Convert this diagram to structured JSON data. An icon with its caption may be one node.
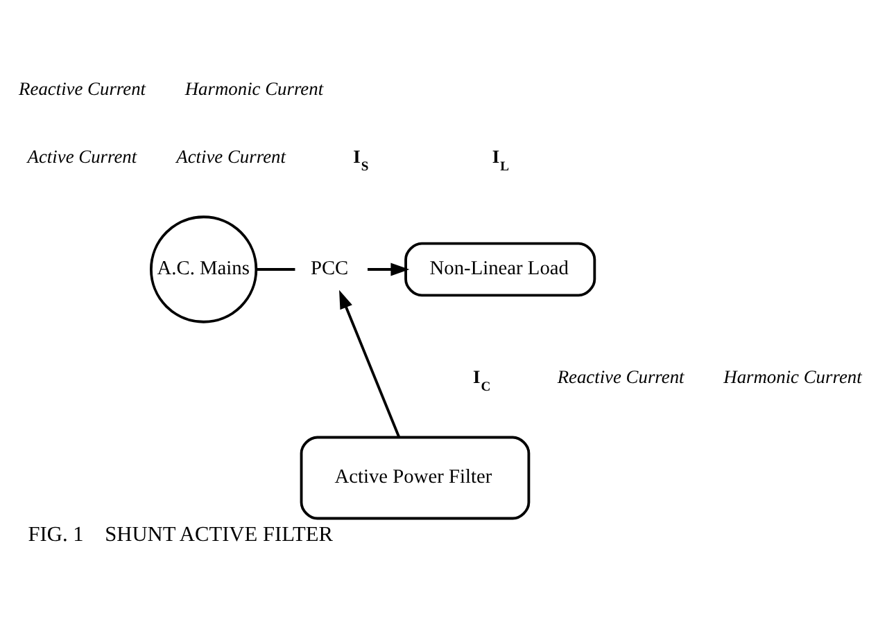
{
  "diagram": {
    "caption": "FIG. 1    SHUNT ACTIVE FILTER",
    "nodes": [
      {
        "text": [
          "A.C. Mains"
        ]
      },
      {
        "text": [
          "PCC"
        ]
      },
      {
        "text": [
          "Non-Linear Load"
        ]
      },
      {
        "text": [
          "Active Power Filter"
        ]
      }
    ],
    "edges": [
      {
        "from": 0,
        "to": 1,
        "arrow": "none"
      },
      {
        "from": 1,
        "to": 2,
        "arrow": "to"
      },
      {
        "from": 3,
        "to": 1,
        "arrow": "to"
      }
    ],
    "labels": [
      "Active Current",
      "I$_{S}$",
      "Active Current",
      "Reactive Current",
      "Harmonic Current",
      "I$_{L}$",
      "I$_{C}$",
      "Reactive Current",
      "Harmonic Current"
    ]
  }
}
